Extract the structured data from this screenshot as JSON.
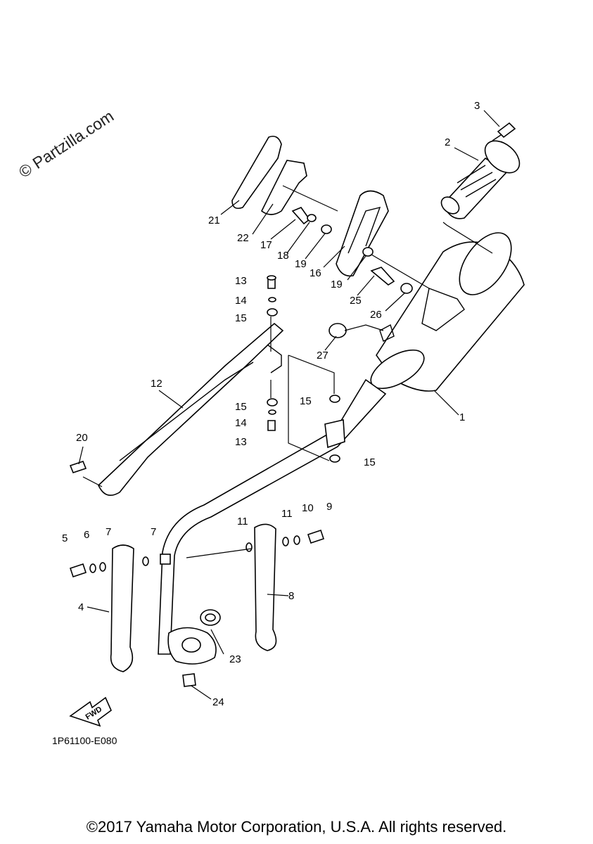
{
  "watermark": "© Partzilla.com",
  "diagram_code": "1P61100-E080",
  "fwd_label": "FWD",
  "copyright": "©2017 Yamaha Motor Corporation, U.S.A. All rights reserved.",
  "callouts": [
    "1",
    "2",
    "3",
    "4",
    "5",
    "6",
    "7",
    "7",
    "8",
    "9",
    "10",
    "11",
    "11",
    "12",
    "13",
    "14",
    "15",
    "15",
    "14",
    "13",
    "15",
    "15",
    "16",
    "17",
    "18",
    "19",
    "19",
    "20",
    "21",
    "22",
    "23",
    "24",
    "25",
    "26",
    "27"
  ]
}
